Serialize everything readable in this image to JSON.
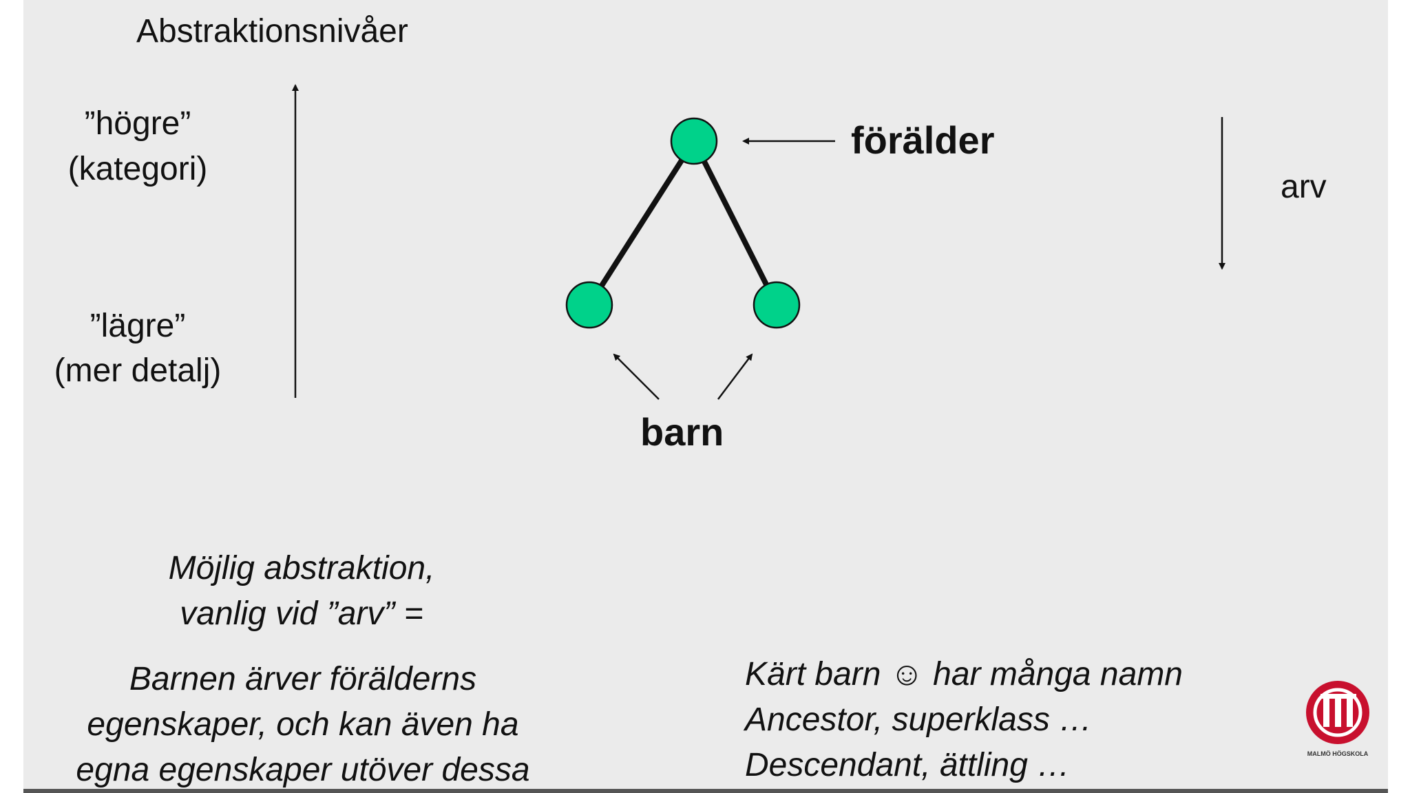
{
  "title": "Abstraktionsnivåer",
  "levels": {
    "higher_line1": "”högre”",
    "higher_line2": "(kategori)",
    "lower_line1": "”lägre”",
    "lower_line2": "(mer detalj)"
  },
  "tree": {
    "parent_label": "förälder",
    "children_label": "barn",
    "node_color": "#00d28a"
  },
  "inheritance_label": "arv",
  "abstraction": {
    "line1": "Möjlig abstraktion,",
    "line2": "vanlig vid ”arv” =",
    "desc_line1": "Barnen ärver förälderns",
    "desc_line2": "egenskaper, och kan även ha",
    "desc_line3": "egna egenskaper utöver dessa"
  },
  "names": {
    "line1": "Kärt barn ☺ har många namn",
    "line2": "Ancestor, superklass …",
    "line3": "Descendant, ättling …"
  },
  "logo": {
    "name": "malmo-hogskola-logo",
    "text": "MALMÖ HÖGSKOLA",
    "color": "#c8102e"
  }
}
